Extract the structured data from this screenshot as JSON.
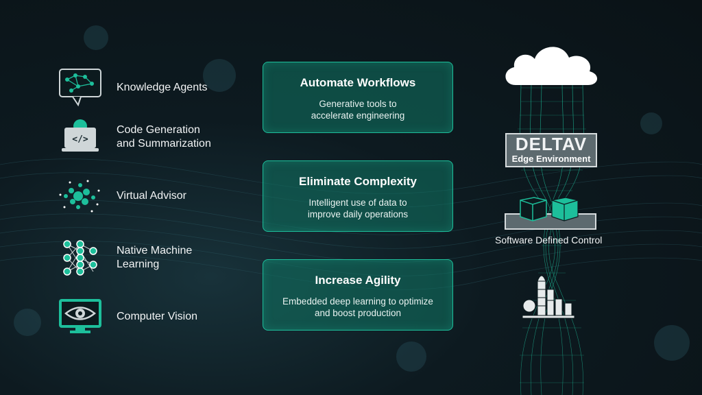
{
  "features": [
    {
      "label": "Knowledge Agents",
      "icon": "knowledge-agents-icon"
    },
    {
      "label": "Code Generation\nand Summarization",
      "icon": "code-generation-icon"
    },
    {
      "label": "Virtual Advisor",
      "icon": "virtual-advisor-icon"
    },
    {
      "label": "Native Machine\nLearning",
      "icon": "neural-network-icon"
    },
    {
      "label": "Computer Vision",
      "icon": "computer-vision-icon"
    }
  ],
  "boxes": [
    {
      "title": "Automate Workflows",
      "desc": "Generative tools to\naccelerate engineering"
    },
    {
      "title": "Eliminate Complexity",
      "desc": "Intelligent use of data to\nimprove daily operations"
    },
    {
      "title": "Increase Agility",
      "desc": "Embedded deep learning to optimize\nand boost production"
    }
  ],
  "stack": {
    "deltav_brand": "DELTAV",
    "deltav_sub": "Edge Environment",
    "software_caption": "Software Defined Control"
  },
  "colors": {
    "accent": "#1dbf9b",
    "box_fill": "#10766a",
    "background": "#0a1216"
  }
}
